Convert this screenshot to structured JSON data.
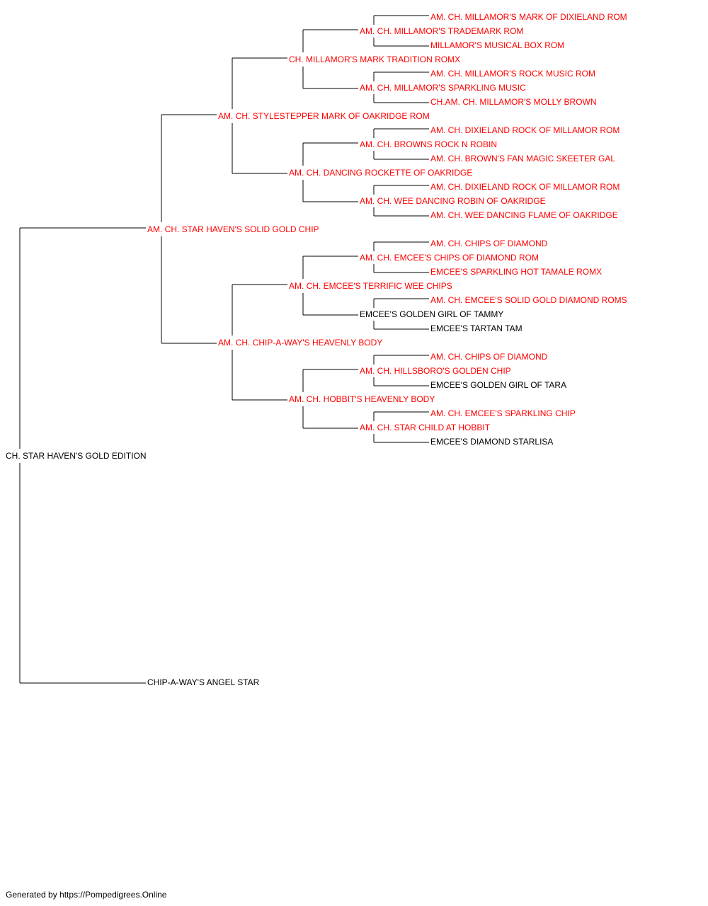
{
  "pedigree": {
    "subject": {
      "name": "CH. STAR HAVEN'S GOLD EDITION",
      "champion": false
    },
    "sire": {
      "name": "AM. CH. STAR HAVEN'S SOLID GOLD CHIP",
      "champion": true
    },
    "dam": {
      "name": "CHIP-A-WAY'S ANGEL STAR",
      "champion": false
    },
    "sire_sire": {
      "name": "AM. CH. STYLESTEPPER MARK OF OAKRIDGE ROM",
      "champion": true
    },
    "sire_dam": {
      "name": "AM. CH. CHIP-A-WAY'S HEAVENLY BODY",
      "champion": true
    },
    "sire_sire_sire": {
      "name": "CH. MILLAMOR'S MARK TRADITION ROMX",
      "champion": true
    },
    "sire_sire_dam": {
      "name": "AM. CH. DANCING ROCKETTE OF OAKRIDGE",
      "champion": true
    },
    "sire_dam_sire": {
      "name": "AM. CH. EMCEE'S TERRIFIC WEE CHIPS",
      "champion": true
    },
    "sire_dam_dam": {
      "name": "AM. CH. HOBBIT'S HEAVENLY BODY",
      "champion": true
    },
    "g4": [
      {
        "name": "AM. CH. MILLAMOR'S TRADEMARK ROM",
        "champion": true
      },
      {
        "name": "AM. CH. MILLAMOR'S SPARKLING MUSIC",
        "champion": true
      },
      {
        "name": "AM. CH. BROWNS ROCK N ROBIN",
        "champion": true
      },
      {
        "name": "AM. CH. WEE DANCING ROBIN OF OAKRIDGE",
        "champion": true
      },
      {
        "name": "AM. CH. EMCEE'S CHIPS OF DIAMOND ROM",
        "champion": true
      },
      {
        "name": "EMCEE'S GOLDEN GIRL OF TAMMY",
        "champion": false
      },
      {
        "name": "AM. CH. HILLSBORO'S GOLDEN CHIP",
        "champion": true
      },
      {
        "name": "AM. CH. STAR CHILD AT HOBBIT",
        "champion": true
      }
    ],
    "g5": [
      {
        "name": "AM. CH. MILLAMOR'S MARK OF DIXIELAND ROM",
        "champion": true
      },
      {
        "name": "MILLAMOR'S MUSICAL BOX ROM",
        "champion": true
      },
      {
        "name": "AM. CH. MILLAMOR'S ROCK MUSIC ROM",
        "champion": true
      },
      {
        "name": "CH.AM. CH. MILLAMOR'S MOLLY BROWN",
        "champion": true
      },
      {
        "name": "AM. CH. DIXIELAND ROCK OF MILLAMOR ROM",
        "champion": true
      },
      {
        "name": "AM. CH. BROWN'S FAN MAGIC SKEETER GAL",
        "champion": true
      },
      {
        "name": "AM. CH. DIXIELAND ROCK OF MILLAMOR ROM",
        "champion": true
      },
      {
        "name": "AM. CH. WEE DANCING FLAME OF OAKRIDGE",
        "champion": true
      },
      {
        "name": "AM. CH. CHIPS OF DIAMOND",
        "champion": true
      },
      {
        "name": "EMCEE'S SPARKLING HOT TAMALE ROMX",
        "champion": true
      },
      {
        "name": "AM. CH. EMCEE'S SOLID GOLD DIAMOND ROMS",
        "champion": true
      },
      {
        "name": "EMCEE'S TARTAN TAM",
        "champion": false
      },
      {
        "name": "AM. CH. CHIPS OF DIAMOND",
        "champion": true
      },
      {
        "name": "EMCEE'S GOLDEN GIRL OF TARA",
        "champion": false
      },
      {
        "name": "AM. CH. EMCEE'S SPARKLING CHIP",
        "champion": true
      },
      {
        "name": "EMCEE'S DIAMOND STARLISA",
        "champion": false
      }
    ]
  },
  "colors": {
    "champion": "#ff0000",
    "plain": "#000000",
    "line": "#000000"
  },
  "footer": {
    "text": "Generated by https://Pompedigrees.Online"
  }
}
